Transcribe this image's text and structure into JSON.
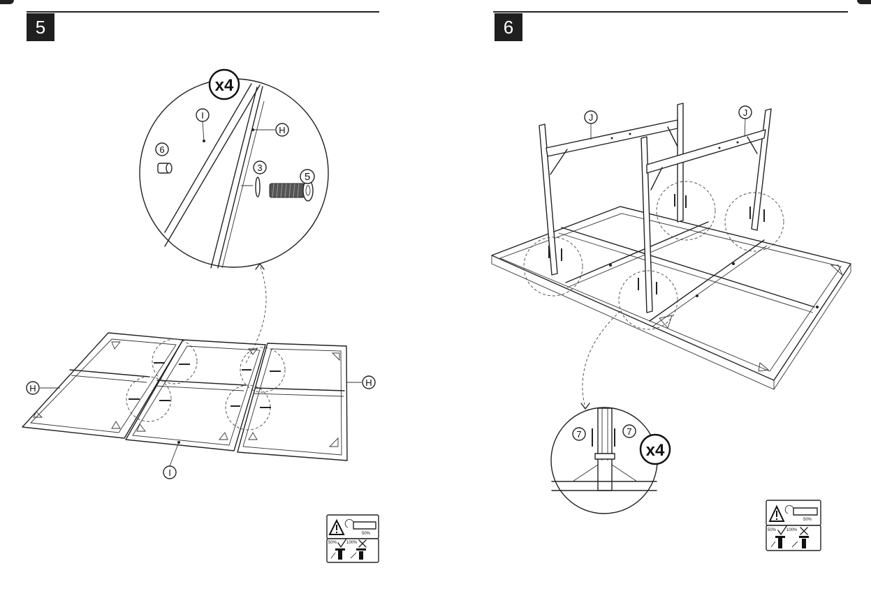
{
  "steps": [
    {
      "number": "5",
      "quantity": "x4",
      "labels": {
        "frame_left": "H",
        "frame_right": "H",
        "frame_bottom": "I",
        "zoom_bar_i": "I",
        "zoom_bar_h": "H",
        "part_6": "6",
        "part_3": "3",
        "part_5": "5"
      },
      "tool_note": {
        "setting": "50%",
        "ok_value": "50%",
        "bad_value": "100%"
      }
    },
    {
      "number": "6",
      "quantity": "x4",
      "labels": {
        "rail_left": "J",
        "rail_right": "J",
        "screw_left": "7",
        "screw_right": "7"
      },
      "tool_note": {
        "setting": "50%",
        "ok_value": "50%",
        "bad_value": "100%"
      }
    }
  ],
  "icons": [
    "warning-triangle-icon",
    "allen-key-icon",
    "check-icon",
    "cross-icon",
    "screwdriver-icon"
  ]
}
